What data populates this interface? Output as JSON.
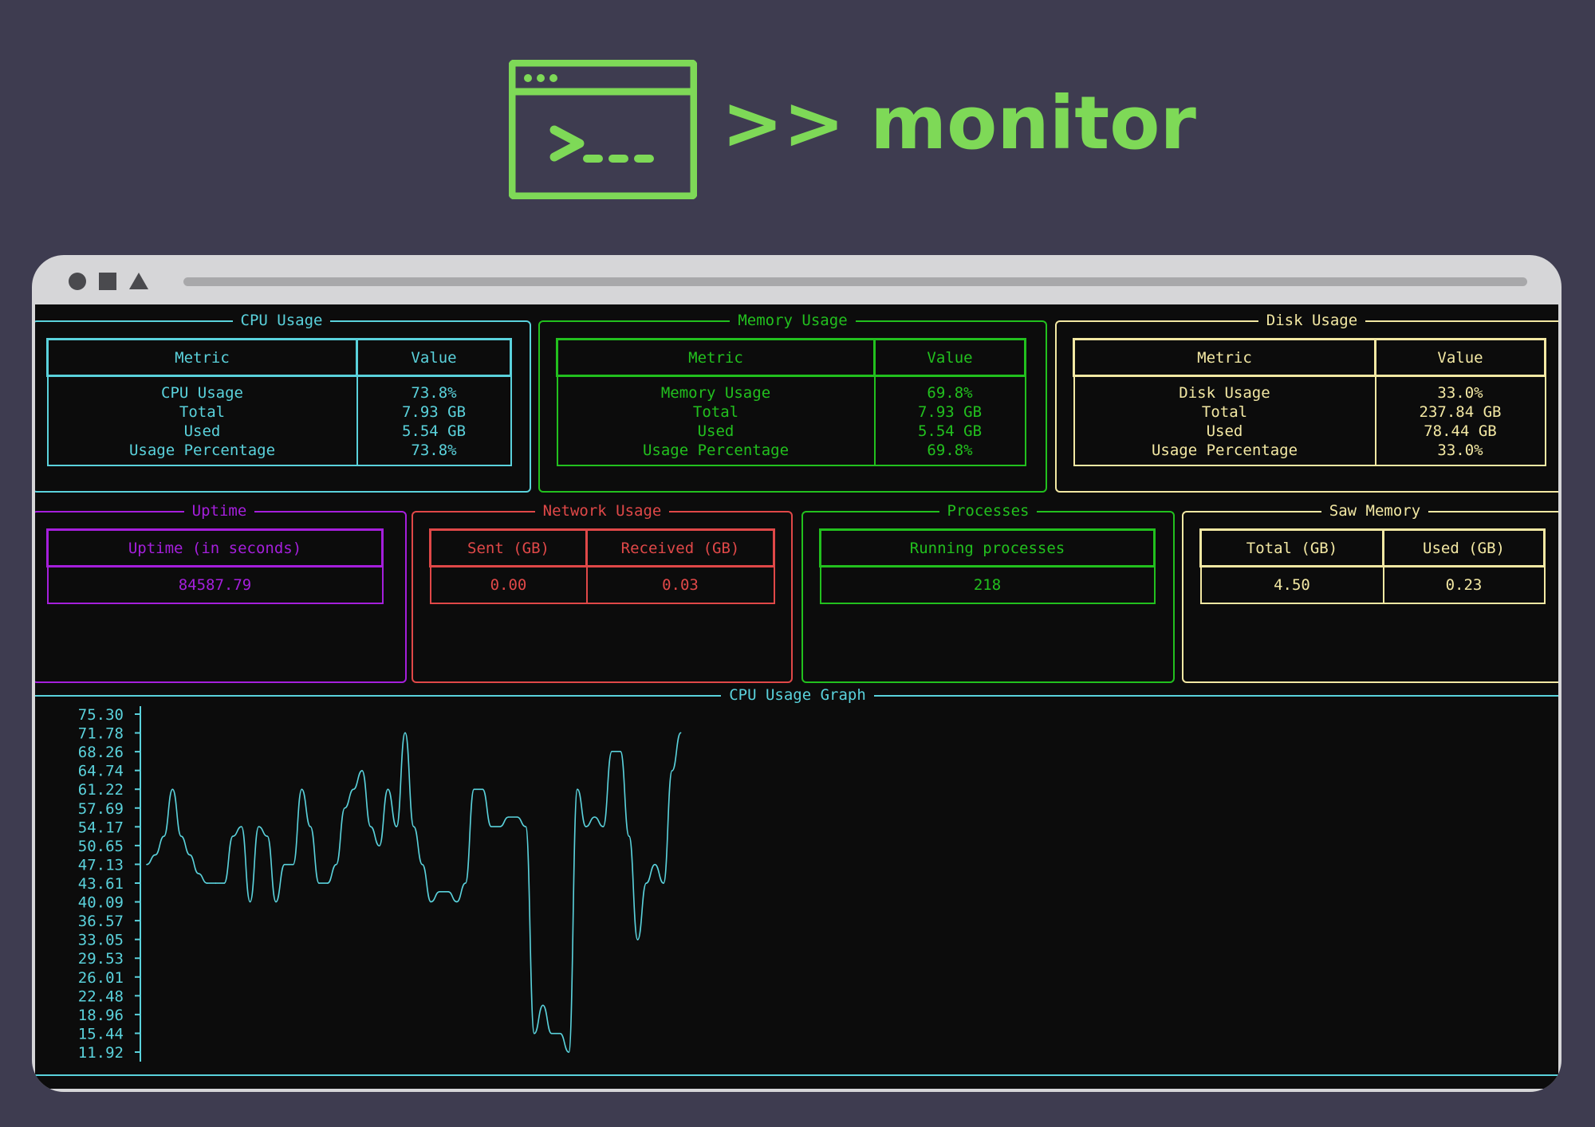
{
  "brand": {
    "title": ">> monitor",
    "icon": "terminal-window-icon",
    "color": "#7ed957"
  },
  "window": {
    "controls": [
      "circle-icon",
      "square-icon",
      "triangle-icon"
    ]
  },
  "colors": {
    "background": "#3e3c50",
    "terminal": "#0c0c0c",
    "cyan": "#5ad2dc",
    "green": "#22c01e",
    "yellow": "#f3e8a3",
    "purple": "#a51fdc",
    "red": "#e04848"
  },
  "cpu": {
    "title": "CPU Usage",
    "headers": [
      "Metric",
      "Value"
    ],
    "rows": [
      [
        "CPU Usage",
        "73.8%"
      ],
      [
        "Total",
        "7.93 GB"
      ],
      [
        "Used",
        "5.54 GB"
      ],
      [
        "Usage Percentage",
        "73.8%"
      ]
    ]
  },
  "memory": {
    "title": "Memory Usage",
    "headers": [
      "Metric",
      "Value"
    ],
    "rows": [
      [
        "Memory Usage",
        "69.8%"
      ],
      [
        "Total",
        "7.93 GB"
      ],
      [
        "Used",
        "5.54 GB"
      ],
      [
        "Usage Percentage",
        "69.8%"
      ]
    ]
  },
  "disk": {
    "title": "Disk Usage",
    "headers": [
      "Metric",
      "Value"
    ],
    "rows": [
      [
        "Disk Usage",
        "33.0%"
      ],
      [
        "Total",
        "237.84 GB"
      ],
      [
        "Used",
        "78.44 GB"
      ],
      [
        "Usage Percentage",
        "33.0%"
      ]
    ]
  },
  "uptime": {
    "title": "Uptime",
    "header": "Uptime (in seconds)",
    "value": "84587.79"
  },
  "network": {
    "title": "Network Usage",
    "headers": [
      "Sent (GB)",
      "Received (GB)"
    ],
    "values": [
      "0.00",
      "0.03"
    ]
  },
  "processes": {
    "title": "Processes",
    "header": "Running processes",
    "value": "218"
  },
  "saw_memory": {
    "title": "Saw Memory",
    "headers": [
      "Total (GB)",
      "Used (GB)"
    ],
    "values": [
      "4.50",
      "0.23"
    ]
  },
  "chart_data": {
    "type": "line",
    "title": "CPU Usage Graph",
    "y_ticks": [
      "75.30",
      "71.78",
      "68.26",
      "64.74",
      "61.22",
      "57.69",
      "54.17",
      "50.65",
      "47.13",
      "43.61",
      "40.09",
      "36.57",
      "33.05",
      "29.53",
      "26.01",
      "22.48",
      "18.96",
      "15.44",
      "11.92"
    ],
    "ylim": [
      11.92,
      75.3
    ],
    "grid": false,
    "series": [
      {
        "color": "#5ad2dc",
        "values": [
          47.1,
          48.9,
          52.4,
          61.2,
          52.4,
          48.9,
          45.4,
          43.6,
          43.6,
          43.6,
          52.4,
          54.2,
          40.1,
          54.2,
          52.4,
          40.1,
          47.1,
          47.1,
          61.2,
          54.2,
          43.6,
          43.6,
          47.1,
          57.7,
          61.2,
          64.7,
          54.2,
          50.6,
          61.2,
          54.2,
          71.8,
          54.2,
          47.1,
          40.1,
          42.0,
          42.0,
          40.1,
          43.6,
          61.2,
          61.2,
          54.2,
          54.2,
          56.0,
          56.0,
          54.2,
          15.4,
          20.7,
          15.4,
          15.4,
          11.9,
          61.2,
          54.2,
          56.0,
          54.2,
          68.3,
          68.3,
          52.4,
          33.0,
          43.6,
          47.1,
          43.6,
          64.7,
          71.8
        ]
      }
    ]
  }
}
